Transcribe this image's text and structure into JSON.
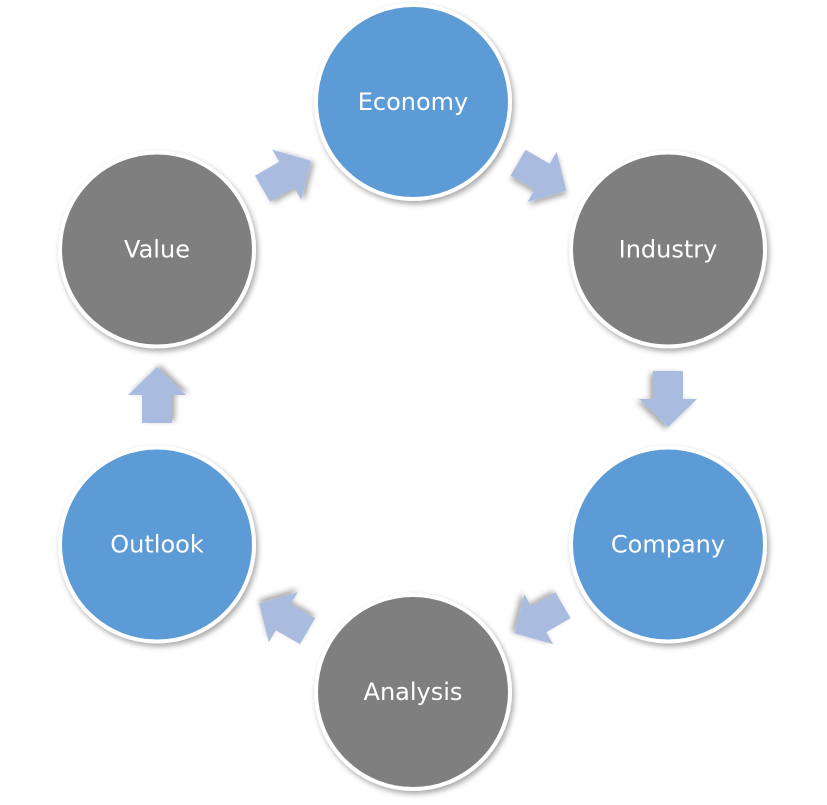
{
  "diagram": {
    "type": "cycle",
    "colors": {
      "blue": "#5b9bd5",
      "gray": "#7f7f7f",
      "arrow": "#a9bce0",
      "ring": "#ffffff",
      "text": "#ffffff"
    },
    "nodes": [
      {
        "label": "Economy",
        "color": "blue"
      },
      {
        "label": "Industry",
        "color": "gray"
      },
      {
        "label": "Company",
        "color": "blue"
      },
      {
        "label": "Analysis",
        "color": "gray"
      },
      {
        "label": "Outlook",
        "color": "blue"
      },
      {
        "label": "Value",
        "color": "gray"
      }
    ],
    "edges": [
      {
        "from": "Economy",
        "to": "Industry"
      },
      {
        "from": "Industry",
        "to": "Company"
      },
      {
        "from": "Company",
        "to": "Analysis"
      },
      {
        "from": "Analysis",
        "to": "Outlook"
      },
      {
        "from": "Outlook",
        "to": "Value"
      },
      {
        "from": "Value",
        "to": "Economy"
      }
    ]
  }
}
